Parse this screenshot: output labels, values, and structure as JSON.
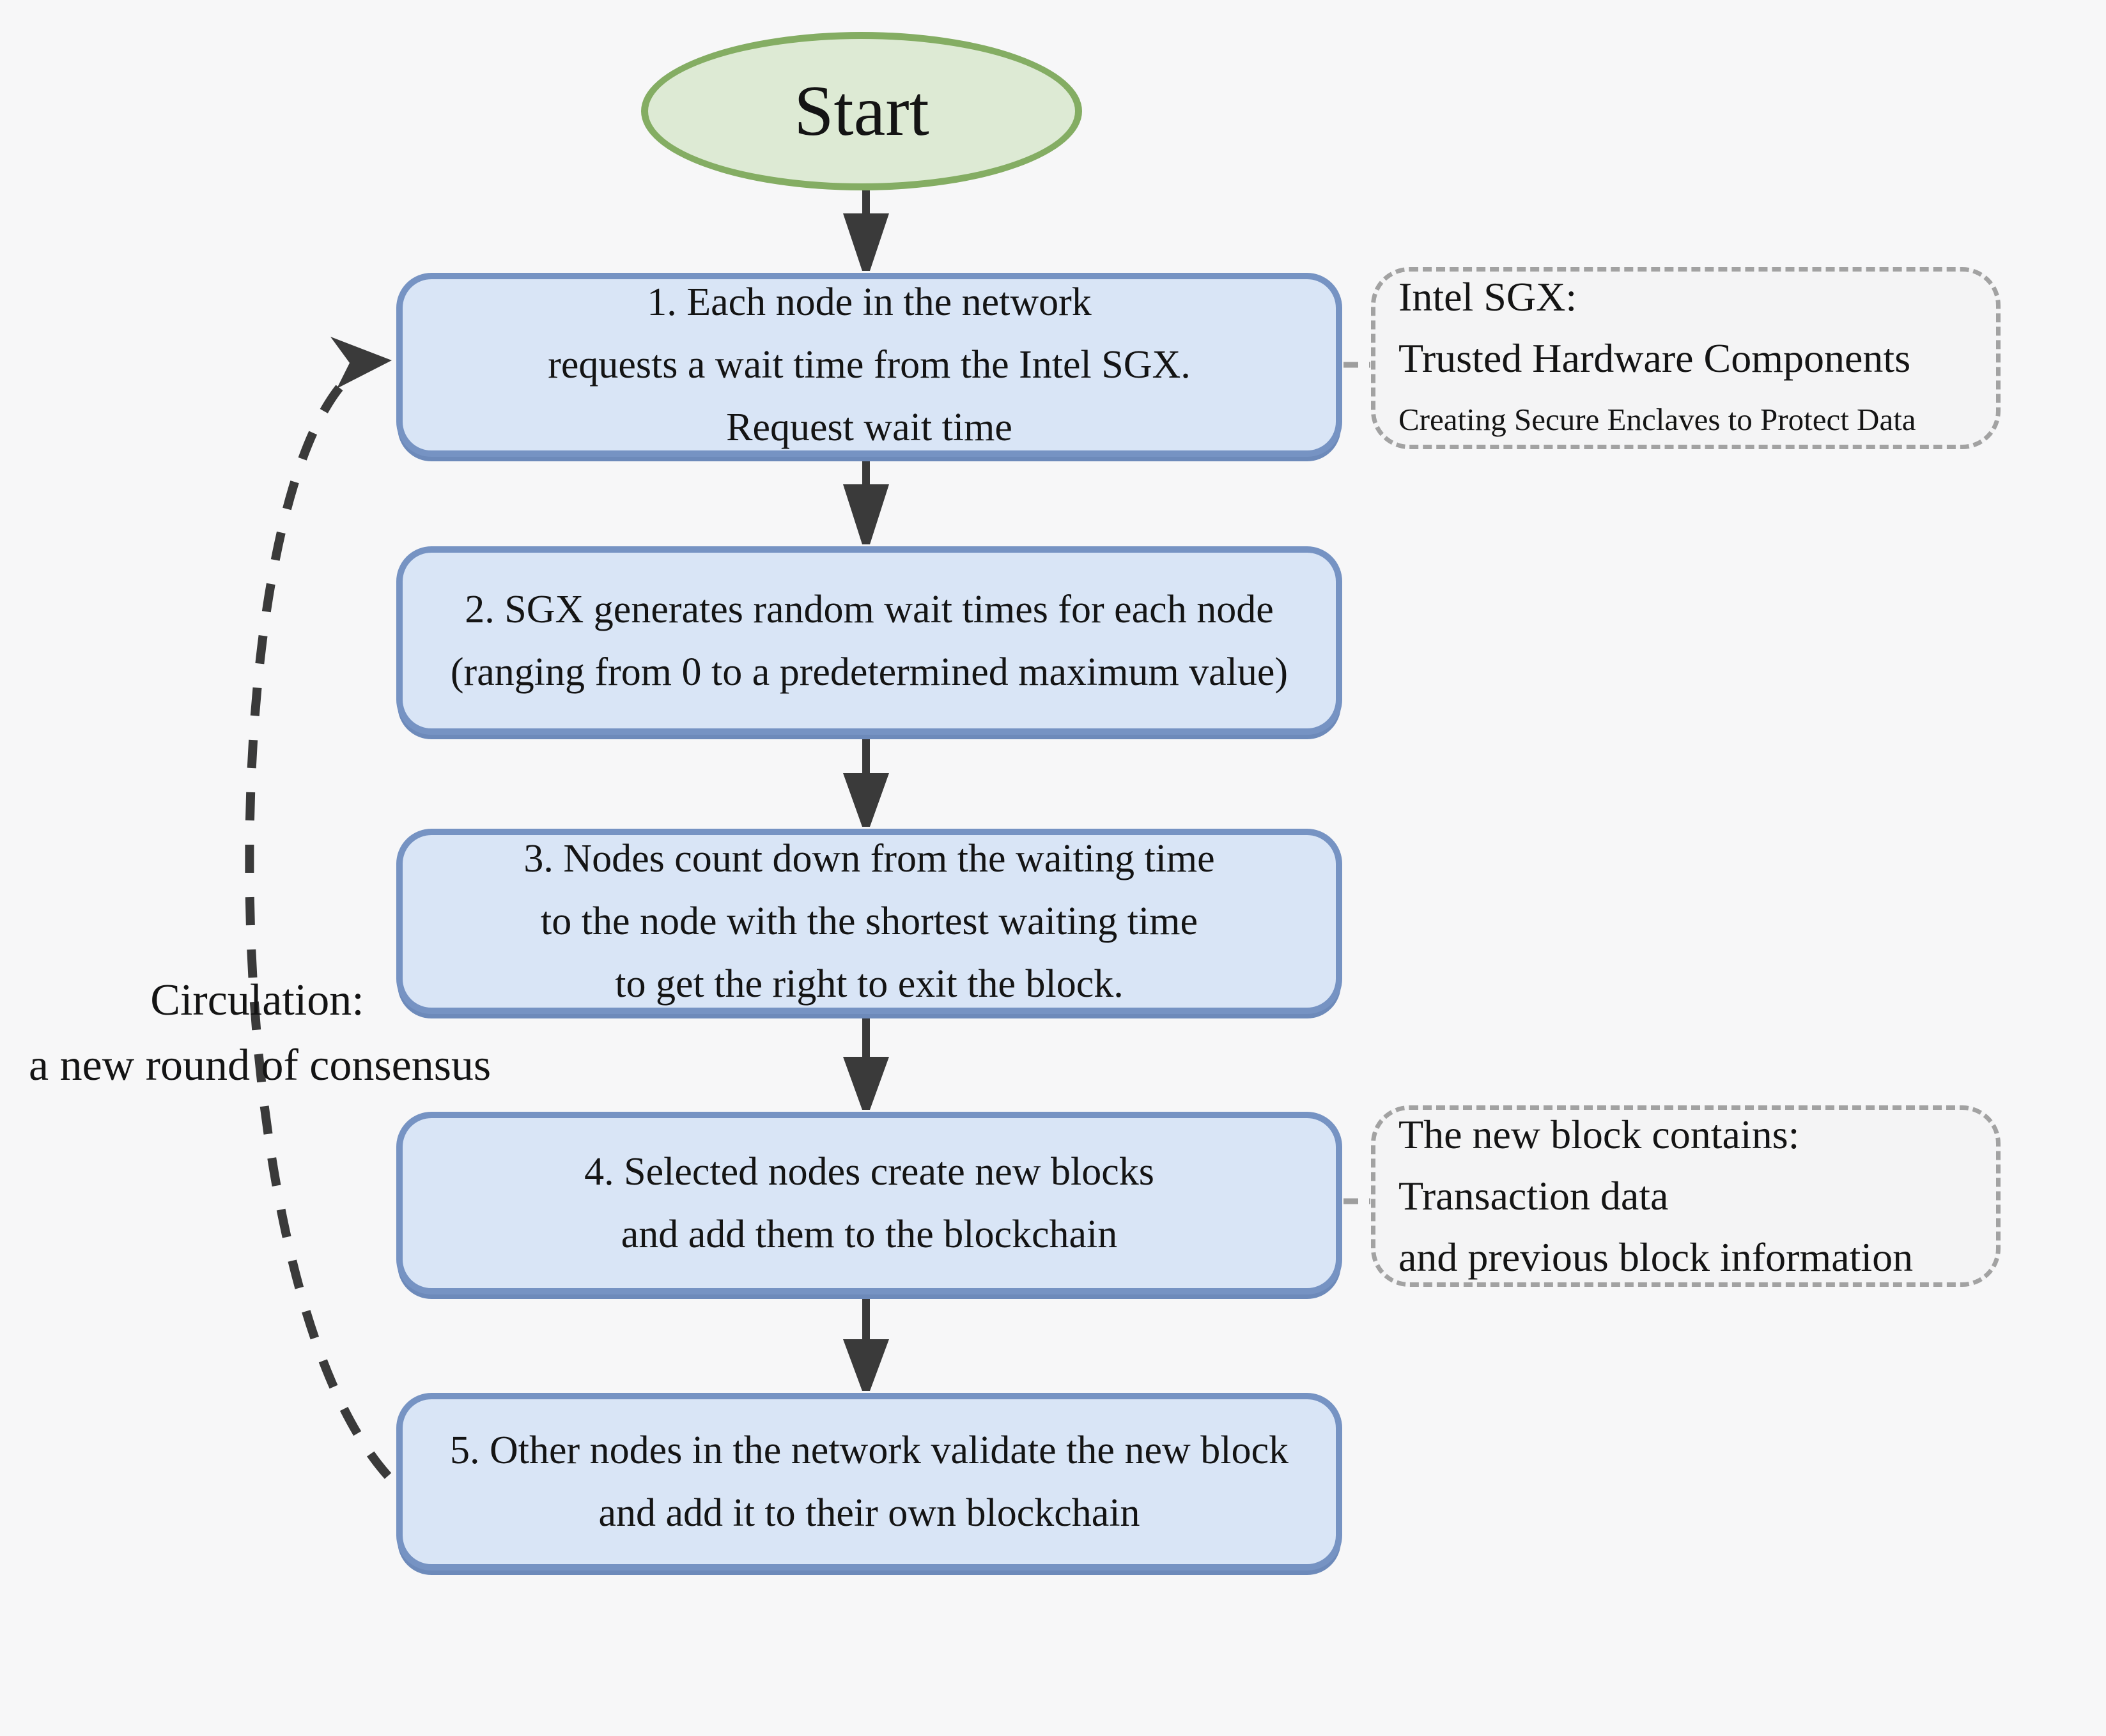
{
  "flowchart": {
    "start_label": "Start",
    "steps": [
      {
        "id": 1,
        "lines": [
          "1. Each node in the network",
          "requests a wait time from the Intel SGX.",
          "Request wait time"
        ]
      },
      {
        "id": 2,
        "lines": [
          "2. SGX generates random wait times for each node",
          "(ranging from 0 to a predetermined maximum value)"
        ]
      },
      {
        "id": 3,
        "lines": [
          "3. Nodes count down from the waiting time",
          "to the node with the shortest waiting time",
          "to get the right to exit the block."
        ]
      },
      {
        "id": 4,
        "lines": [
          "4. Selected nodes create new blocks",
          "and add them to the blockchain"
        ]
      },
      {
        "id": 5,
        "lines": [
          "5. Other nodes in the network validate the new block",
          "and add it to their own blockchain"
        ]
      }
    ],
    "notes": [
      {
        "target_step": 1,
        "lines": [
          "Intel SGX:",
          "Trusted Hardware Components",
          "Creating Secure Enclaves to Protect Data"
        ]
      },
      {
        "target_step": 4,
        "lines": [
          "The new block contains:",
          "Transaction data",
          "and previous block information"
        ]
      }
    ],
    "loop_label": {
      "lines": [
        "Circulation:",
        "a new round of consensus"
      ]
    }
  },
  "colors": {
    "background": "#f7f7f8",
    "start_fill": "#ddead4",
    "start_border": "#84ad63",
    "step_fill": "#d9e5f6",
    "step_border": "#7693c3",
    "note_fill": "#f4f4f5",
    "note_border": "#a2a2a2",
    "arrow": "#3a3a3a",
    "connector": "#9e9e9e",
    "text": "#141414"
  }
}
